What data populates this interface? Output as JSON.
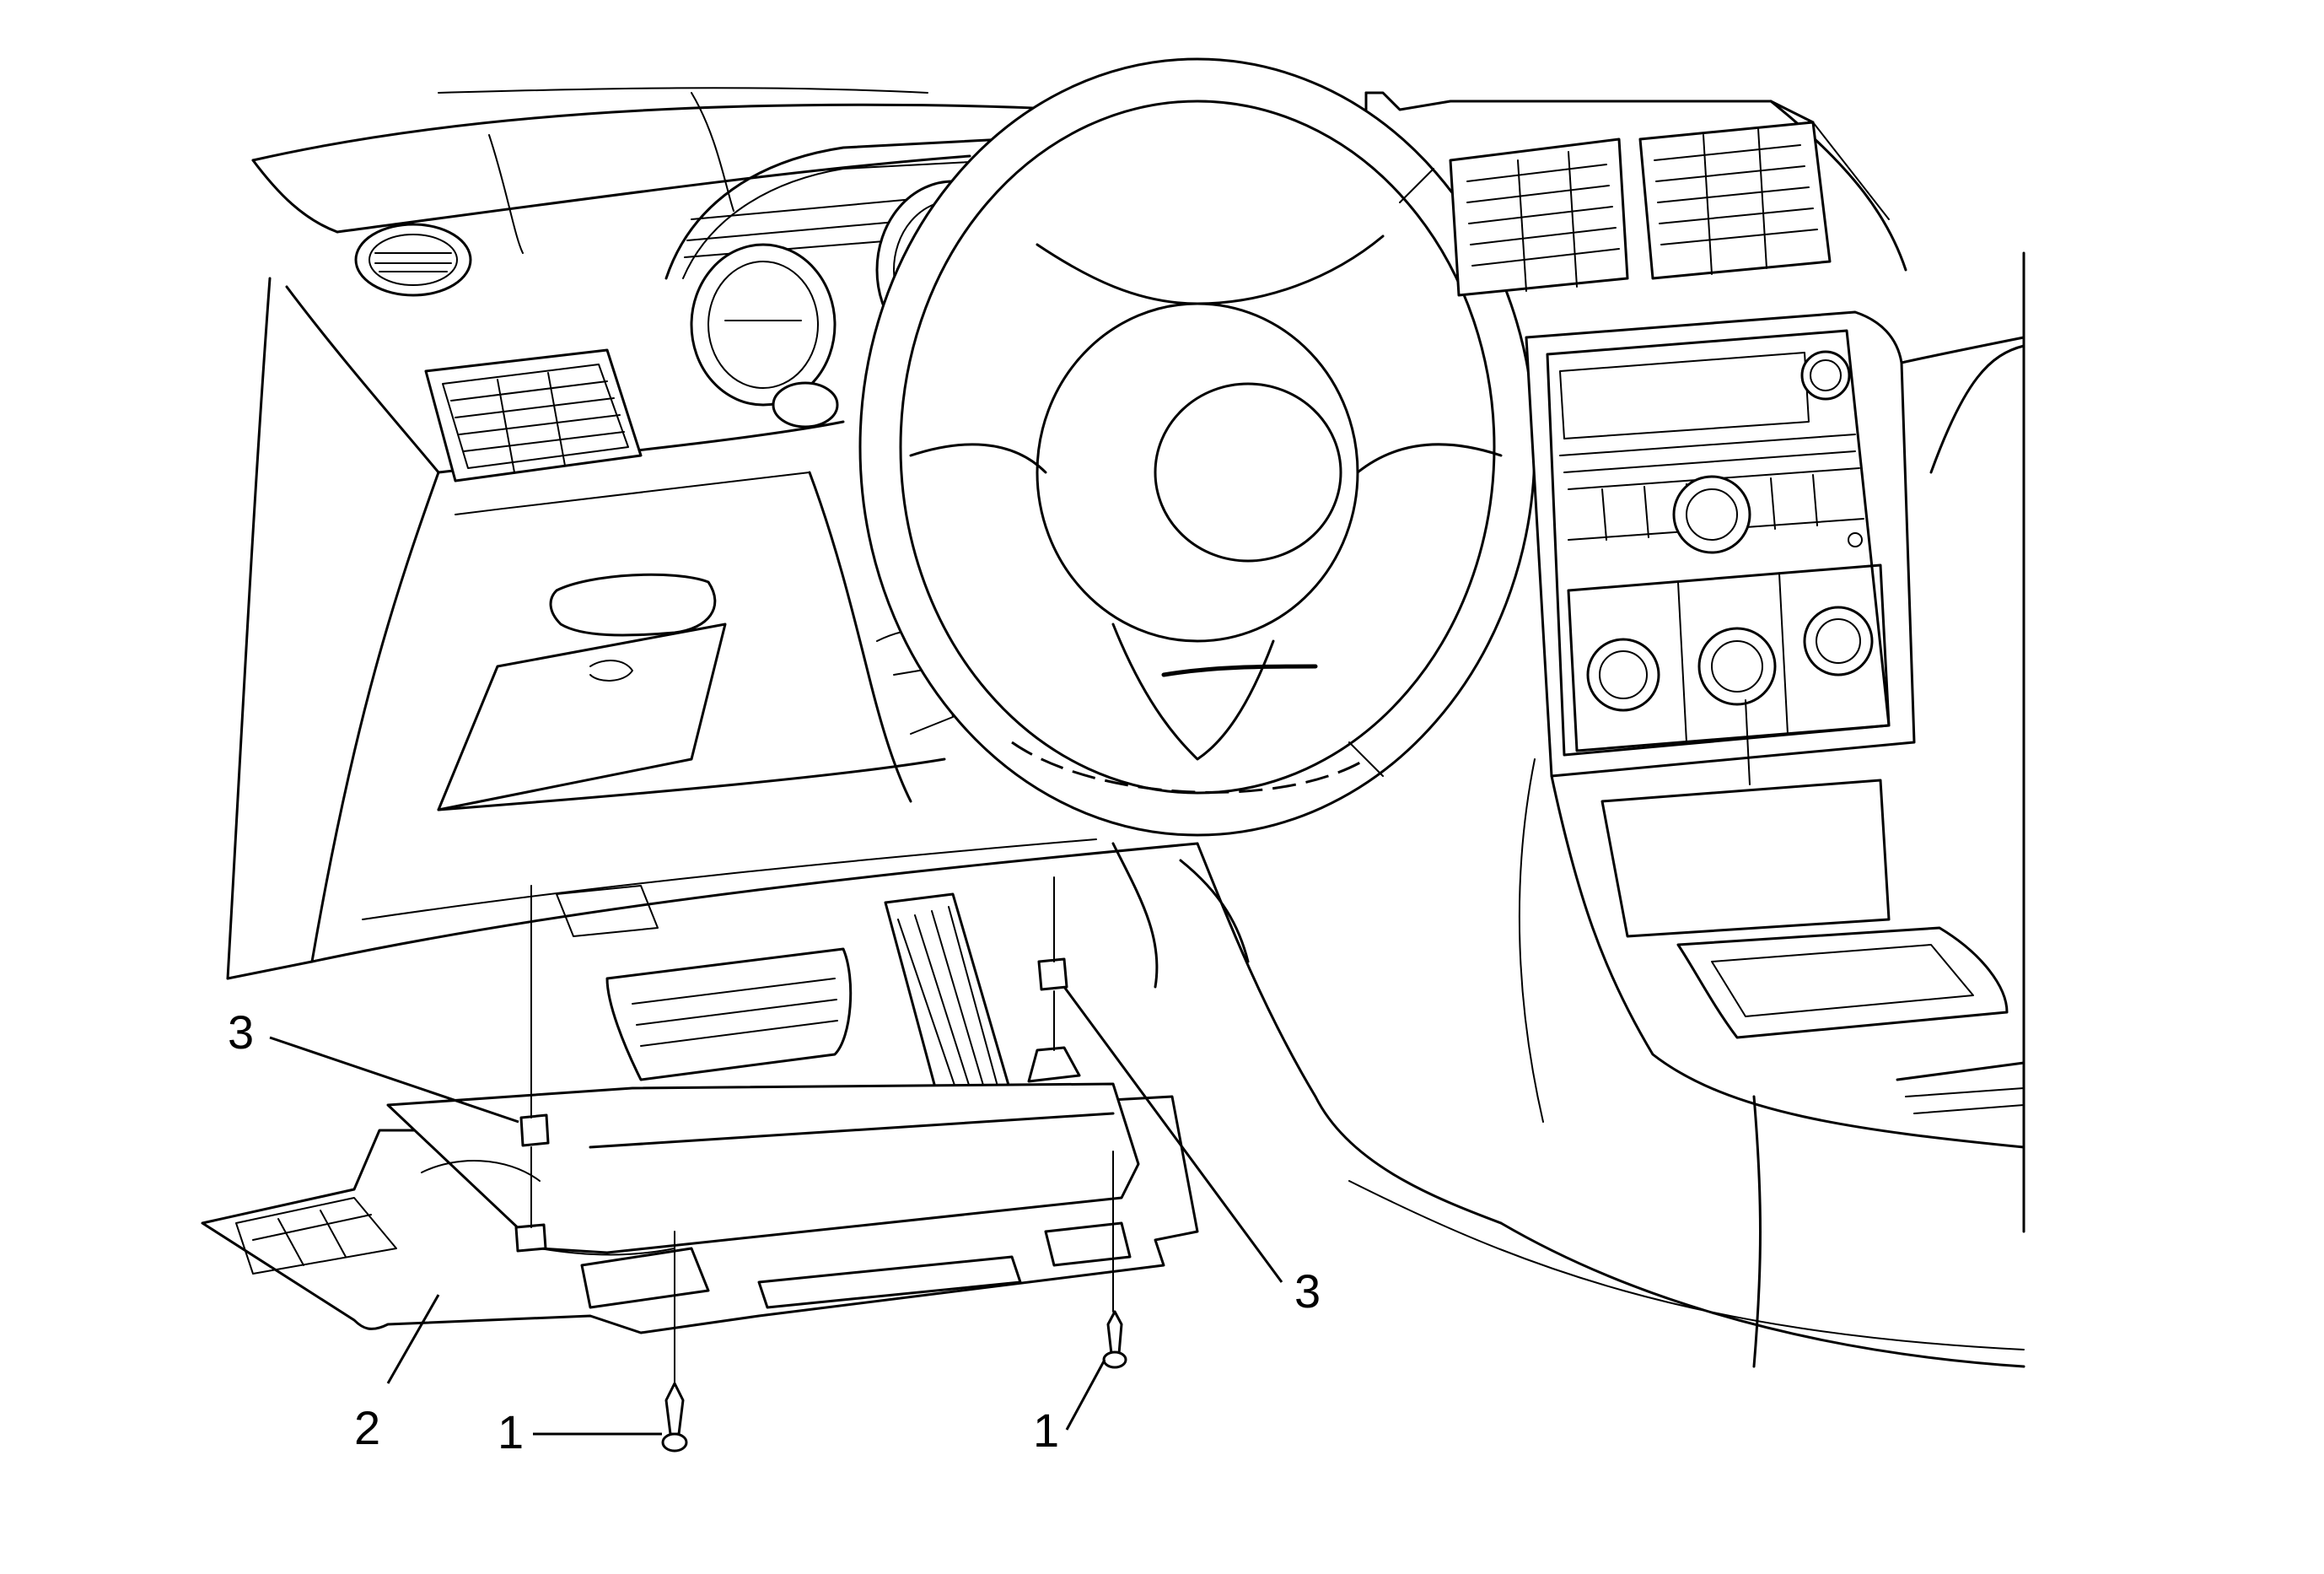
{
  "callouts": {
    "fastener_left": "1",
    "fastener_right": "1",
    "panel": "2",
    "retainer_left": "3",
    "retainer_right": "3"
  }
}
